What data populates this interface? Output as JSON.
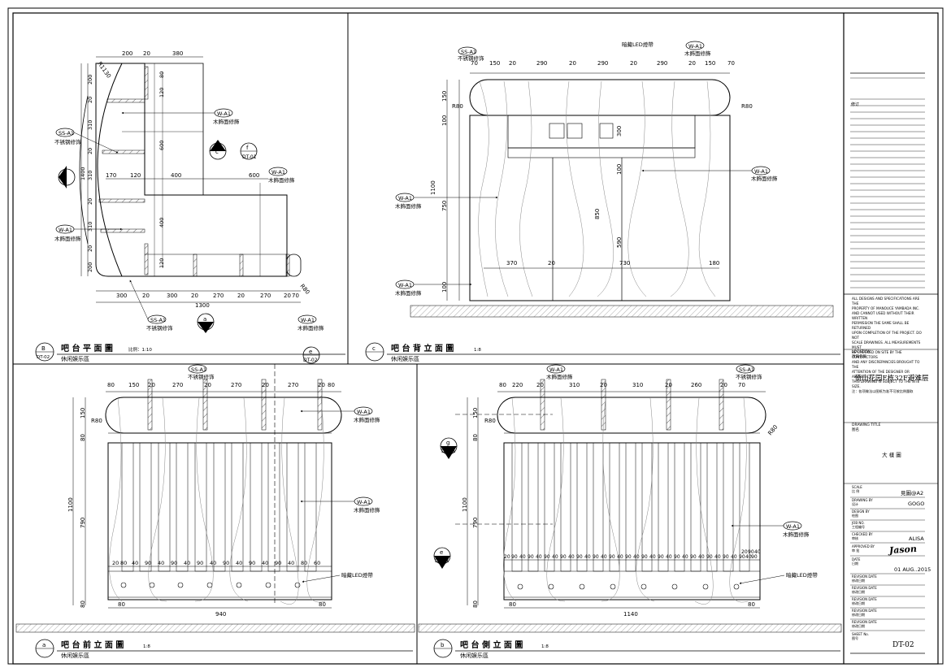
{
  "panels": {
    "plan": {
      "marker": "B",
      "sheet_ref": "DT-02",
      "title": "吧 台 平 面 圖",
      "scale": "比例：1:10",
      "area": "休闲娱乐區"
    },
    "back": {
      "marker": "c",
      "title": "吧 台 背 立 面 圖",
      "scale": "1:8",
      "area": "休闲娱乐區"
    },
    "front": {
      "marker": "a",
      "title": "吧 台 前 立 面 圖",
      "scale": "1:8",
      "area": "休闲娱乐區"
    },
    "side": {
      "marker": "b",
      "title": "吧 台 側 立 面 圖",
      "scale": "1:8",
      "area": "休闲娱乐區"
    }
  },
  "callouts": {
    "ss": "SS-A1",
    "ss_text": "不锈钢修饰",
    "w": "W-A1",
    "w_text": "木飾面修飾",
    "led": "暗藏LED燈帶"
  },
  "section_marks": {
    "c_main": "c",
    "f": "f",
    "dt01": "DT-01",
    "e": "e",
    "dt02": "DT-02",
    "g": "g",
    "b": "b",
    "a": "a"
  },
  "dims": {
    "plan_top": [
      "200",
      "20",
      "380"
    ],
    "plan_r": "R1130",
    "plan_left": [
      "200",
      "20",
      "310",
      "20",
      "310",
      "20",
      "310",
      "20",
      "200"
    ],
    "plan_total_h": "1400",
    "plan_inner_v": [
      "80",
      "120",
      "600",
      "400",
      "120"
    ],
    "plan_mid": [
      "170",
      "120",
      "400",
      "600"
    ],
    "plan_bottom": [
      "300",
      "20",
      "300",
      "20",
      "270",
      "20",
      "270",
      "20",
      "70"
    ],
    "plan_total_w": "1300",
    "plan_r_small": "R80",
    "back_top": [
      "70",
      "150",
      "20",
      "290",
      "20",
      "290",
      "20",
      "290",
      "20",
      "150",
      "70"
    ],
    "back_left": [
      "150",
      "100",
      "750",
      "100"
    ],
    "back_total_h": "1100",
    "back_inner": [
      "300",
      "100",
      "850",
      "590"
    ],
    "back_bottom": [
      "370",
      "20",
      "730",
      "180"
    ],
    "radius": "R80",
    "front_top": [
      "80",
      "150",
      "20",
      "270",
      "20",
      "270",
      "20",
      "270",
      "20",
      "80"
    ],
    "front_left": [
      "150",
      "80",
      "790",
      "80"
    ],
    "front_total_h": "1100",
    "front_slats": [
      "20",
      "80",
      "40",
      "90",
      "40",
      "90",
      "40",
      "90",
      "40",
      "90",
      "40",
      "90",
      "40",
      "90",
      "40",
      "80",
      "60"
    ],
    "front_bottom": [
      "80",
      "940",
      "80"
    ],
    "side_top": [
      "80",
      "220",
      "20",
      "310",
      "20",
      "310",
      "20",
      "260",
      "20",
      "70"
    ],
    "side_left": [
      "150",
      "80",
      "790",
      "80"
    ],
    "side_total_h": "1100",
    "side_slats": [
      "20",
      "90",
      "40",
      "90",
      "40",
      "90",
      "40",
      "90",
      "40",
      "90",
      "40",
      "90",
      "40",
      "90",
      "40",
      "90",
      "40",
      "90",
      "40",
      "90",
      "40",
      "90",
      "40",
      "90",
      "40",
      "90",
      "40",
      "90",
      "40",
      "90",
      "40",
      "90",
      "40",
      "90",
      "20"
    ],
    "side_bottom": [
      "80",
      "1140",
      "80"
    ]
  },
  "title_block": {
    "revisions_label": "修订",
    "disclaimer": [
      "ALL DESIGNS AND SPECIFICATIONS ARE THE",
      "PROPERTY OF MANOUCE YAMBADA INC.",
      "AND CANNOT USED WITHOUT THEIR WRITTEN",
      "PERMISSION THE SAME SHALL BE RETURNED",
      "UPON COMPLETION OF THE PROJECT. DO NOT",
      "SCALE DRAWINGS. ALL MEASUREMENTS MUST",
      "BE CHECKED ON SITE BY THE CONTRACTORS",
      "AND ANY DISCREPANCIES BROUGHT TO THE",
      "ATTENTION OF THE DESIGNER OR ARCHITECT.",
      "THIS DRAWING IS SUBJECT TO THE SITE SIZE.",
      "注：各项做法以图纸为准不可按比例量取"
    ],
    "location_label": "LOCATION",
    "location_label_cn": "项目名称",
    "project": "倚山花园E栋32F避难层",
    "drawing_title_label": "DRAWING TITLE",
    "drawing_title_label_cn": "图名",
    "drawing_title": "大 樣 圖",
    "scale_label": "SCALE",
    "scale_label_cn": "比 例",
    "scale": "見圖@A2",
    "drawn_label": "DRAWING BY",
    "drawn_label_cn": "设计",
    "drawn": "GOGO",
    "design_label": "DESIGN BY",
    "design_label_cn": "绘图",
    "job_label": "JOB NO.",
    "job_label_cn": "工程编号",
    "checked_label": "CHECKED BY",
    "checked_label_cn": "审核",
    "checked": "ALISA",
    "approved_label": "APPROVED BY",
    "approved_label_cn": "审 批",
    "approved_sig": "Jason",
    "date_label": "DATE",
    "date_label_cn": "日期",
    "date": "01 AUG..2015",
    "rev_labels": [
      "REVISION DATE",
      "REVISION DATE",
      "REVISION DATE",
      "REVISION DATE",
      "REVISION DATE"
    ],
    "rev_labels_cn": [
      "修改日期",
      "修改日期",
      "修改日期",
      "修改日期",
      "修改日期"
    ],
    "sheet_label": "SHEET No.",
    "sheet_label_cn": "图号",
    "sheet_no": "DT-02"
  }
}
